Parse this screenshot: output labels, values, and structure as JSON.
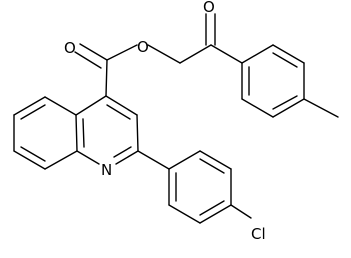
{
  "atoms": {
    "carbonyl_o_top": "O",
    "ester_o": "O",
    "ketone_o": "O",
    "ring_n": "N",
    "chlorine": "Cl"
  },
  "colors": {
    "bond": "#000000",
    "label": "#000000",
    "background": "#ffffff"
  }
}
